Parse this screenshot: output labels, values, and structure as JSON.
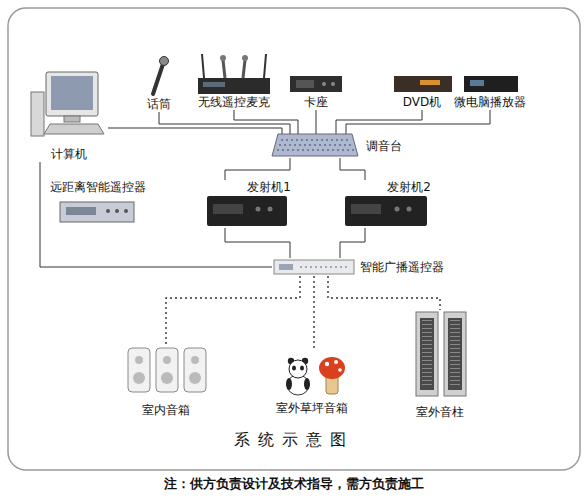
{
  "diagram": {
    "caption": "系统示意图",
    "nodes": [
      {
        "text": [
          "计算机"
        ]
      },
      {
        "text": [
          "话筒"
        ]
      },
      {
        "text": [
          "无线遥控麦克"
        ]
      },
      {
        "text": [
          "卡座"
        ]
      },
      {
        "text": [
          "DVD机"
        ]
      },
      {
        "text": [
          "微电脑播放器"
        ]
      },
      {
        "text": [
          "调音台"
        ]
      },
      {
        "text": [
          "远距离智能遥控器"
        ]
      },
      {
        "text": [
          "发射机1"
        ]
      },
      {
        "text": [
          "发射机2"
        ]
      },
      {
        "text": [
          "智能广播遥控器"
        ]
      },
      {
        "text": [
          "室内音箱"
        ]
      },
      {
        "text": [
          "室外草坪音箱"
        ]
      },
      {
        "text": [
          "室外音柱"
        ]
      }
    ],
    "edges": [
      {
        "from": 0,
        "to": 6,
        "arrow": "none"
      },
      {
        "from": 1,
        "to": 6,
        "arrow": "none"
      },
      {
        "from": 2,
        "to": 6,
        "arrow": "none"
      },
      {
        "from": 3,
        "to": 6,
        "arrow": "none"
      },
      {
        "from": 4,
        "to": 6,
        "arrow": "none"
      },
      {
        "from": 5,
        "to": 6,
        "arrow": "none"
      },
      {
        "from": 0,
        "to": 10,
        "arrow": "none"
      },
      {
        "from": 6,
        "to": 8,
        "arrow": "none"
      },
      {
        "from": 6,
        "to": 9,
        "arrow": "none"
      },
      {
        "from": 8,
        "to": 10,
        "arrow": "none"
      },
      {
        "from": 9,
        "to": 10,
        "arrow": "none"
      },
      {
        "from": 10,
        "to": 11,
        "arrow": "none"
      },
      {
        "from": 10,
        "to": 12,
        "arrow": "none"
      },
      {
        "from": 10,
        "to": 13,
        "arrow": "none"
      }
    ],
    "labels": [
      "注：供方负责设计及技术指导，需方负责施工"
    ]
  }
}
